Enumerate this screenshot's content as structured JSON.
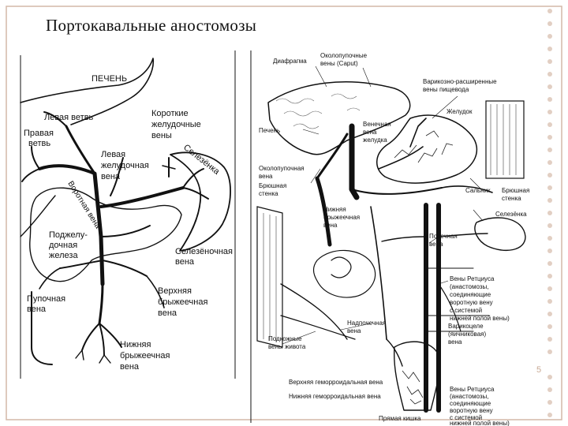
{
  "slide": {
    "title": "Портокавальные аностомозы",
    "slide_number": "5",
    "border_color": "#d4b9a8",
    "dot_color": "#e2cfc3"
  },
  "left_diagram": {
    "labels": {
      "liver": "ПЕЧЕНЬ",
      "left_branch": "Левая ветвь",
      "right_branch_1": "Правая",
      "right_branch_2": "ветвь",
      "short_gastric_1": "Короткие",
      "short_gastric_2": "желудочные",
      "short_gastric_3": "вены",
      "spleen": "Селезёнка",
      "left_gastric_1": "Левая",
      "left_gastric_2": "желудочная",
      "left_gastric_3": "вена",
      "portal_vein": "Воротная вена",
      "pancreas_1": "Поджелу-",
      "pancreas_2": "дочная",
      "pancreas_3": "железа",
      "splenic_vein_1": "Селезёночная",
      "splenic_vein_2": "вена",
      "umbilical_1": "Пупочная",
      "umbilical_2": "вена",
      "sup_mesenteric_1": "Верхняя",
      "sup_mesenteric_2": "брыжеечная",
      "sup_mesenteric_3": "вена",
      "inf_mesenteric_1": "Нижняя",
      "inf_mesenteric_2": "брыжеечная",
      "inf_mesenteric_3": "вена"
    }
  },
  "right_diagram": {
    "labels": {
      "diaphragm": "Диафрагма",
      "paraumbilical_top_1": "Околопупочные",
      "paraumbilical_top_2": "вены (Caput)",
      "varicose_1": "Варикозно-расширенные",
      "varicose_2": "вены пищевода",
      "stomach": "Желудок",
      "liver": "Печень",
      "coronary_1": "Венечная",
      "coronary_2": "вена",
      "coronary_3": "желудка",
      "paraumbilical_1": "Околопупочная",
      "paraumbilical_2": "вена",
      "abdominal_wall_left_1": "Брюшная",
      "abdominal_wall_left_2": "стенка",
      "omentum": "Сальник",
      "abdominal_wall_right_1": "Брюшная",
      "abdominal_wall_right_2": "стенка",
      "spleen": "Селезёнка",
      "inf_mesenteric_1": "Нижняя",
      "inf_mesenteric_2": "брыжеечная",
      "inf_mesenteric_3": "вена",
      "renal_1": "Почечная",
      "renal_2": "вена",
      "retzius_1": "Вены Ретциуса",
      "retzius_2": "(анастомозы,",
      "retzius_3": "соединяющие",
      "retzius_4": "воротную вену",
      "retzius_5": "с системой",
      "retzius_6": "нижней полой вены)",
      "adrenal_1": "Надпочечная",
      "adrenal_2": "вена",
      "varicocele_1": "Варикоцеле",
      "varicocele_2": "(яичниковая)",
      "varicocele_3": "вена",
      "subcutaneous_1": "Подкожные",
      "subcutaneous_2": "вены живота",
      "sup_hemorrhoidal": "Верхняя геморроидальная вена",
      "inf_hemorrhoidal": "Нижняя геморроидальная вена",
      "retzius2_1": "Вены Ретциуса",
      "retzius2_2": "(анастомозы,",
      "retzius2_3": "соединяющие",
      "retzius2_4": "воротную вену",
      "retzius2_5": "с системой",
      "retzius2_6": "нижней полой вены)",
      "rectum": "Прямая кишка"
    }
  }
}
